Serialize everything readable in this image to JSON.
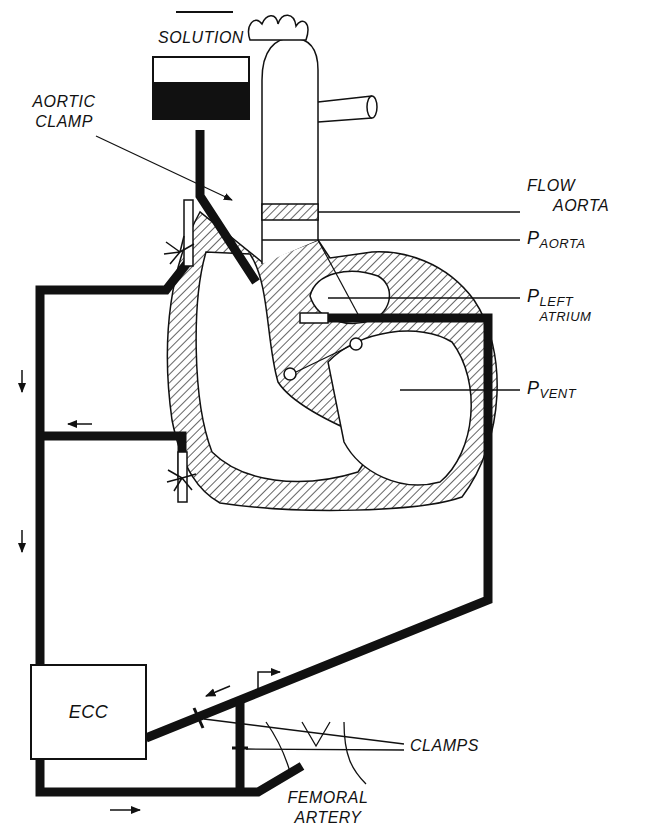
{
  "diagram": {
    "nodes": [
      {
        "text": [
          "SOLUTION"
        ]
      },
      {
        "text": [
          "ECC"
        ]
      }
    ],
    "labels": [
      "AORTIC CLAMP",
      "FLOW AORTA",
      "P AORTA",
      "P LEFT ATRIUM",
      "P VENT",
      "CLAMPS",
      "FEMORAL ARTERY"
    ]
  }
}
